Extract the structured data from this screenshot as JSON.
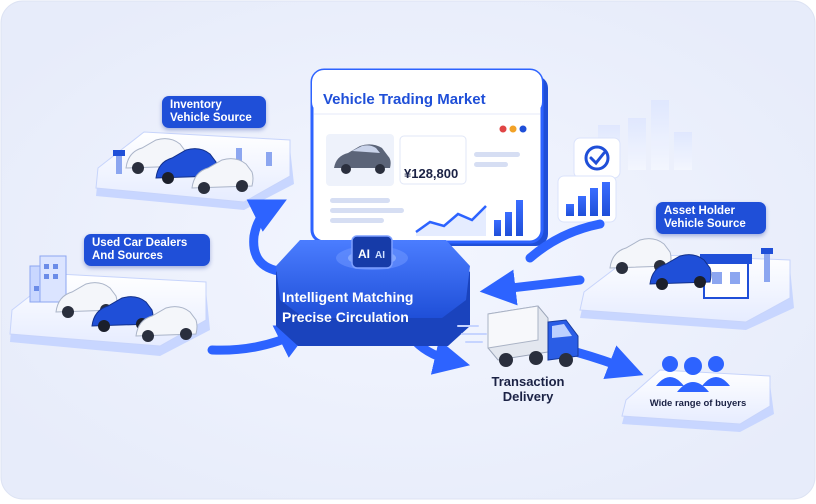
{
  "market": {
    "title": "Vehicle Trading Market",
    "price": "¥128,800",
    "dots": [
      "#e04545",
      "#f2a227",
      "#1f4fd8"
    ]
  },
  "hub": {
    "chip_left": "AI",
    "chip_right": "AI",
    "line1": "Intelligent Matching",
    "line2": "Precise Circulation"
  },
  "sources": {
    "inventory": {
      "line1": "Inventory",
      "line2": "Vehicle Source"
    },
    "dealers": {
      "line1": "Used Car Dealers",
      "line2": "And Sources"
    },
    "asset": {
      "line1": "Asset Holder",
      "line2": "Vehicle Source"
    }
  },
  "delivery": {
    "line1": "Transaction",
    "line2": "Delivery"
  },
  "buyers": {
    "label": "Wide range of buyers"
  },
  "colors": {
    "brand": "#1f4fd8",
    "accent": "#2d63ff",
    "platform": "#e9efff",
    "car_white": "#f4f6fa",
    "car_blue": "#1f4fd8",
    "car_gray": "#5b6478",
    "price_text": "#1b2245"
  }
}
